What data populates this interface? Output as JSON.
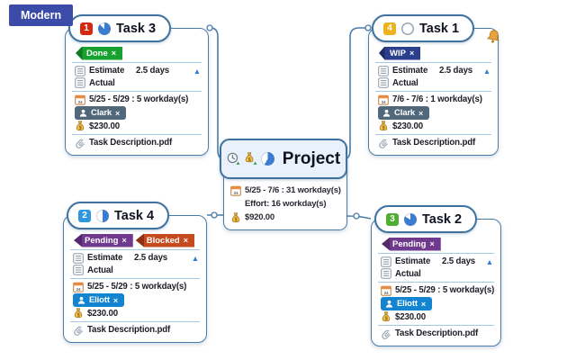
{
  "ui": {
    "close": "×",
    "collapse": "▲",
    "calendar_day": "24"
  },
  "colors": {
    "connector": "#4a7ca7",
    "node_border": "#3f729e",
    "pie": "#3b7cd2",
    "project_header_bg": "#e9f2fc",
    "separator": "#a6c9e3"
  },
  "theme_badge": {
    "label": "Modern",
    "bg": "#3c4aa8"
  },
  "project": {
    "title": "Project",
    "progress_deg": 210,
    "dates": "5/25 - 7/6 : 31 workday(s)",
    "effort": "Effort: 16 workday(s)",
    "cost": "$920.00"
  },
  "tasks": [
    {
      "name": "Task 3",
      "order": "1",
      "order_color": "#d42a12",
      "progress_deg": 315,
      "tags": [
        {
          "label": "Done",
          "bg": "#17a22f",
          "tip": "#0e7a20"
        }
      ],
      "estimate_label": "Estimate",
      "estimate_value": "2.5 days",
      "actual_label": "Actual",
      "dates": "5/25 - 5/29 : 5 workday(s)",
      "assignee": {
        "name": "Clark",
        "bg": "#51677a"
      },
      "cost": "$230.00",
      "attachment": "Task Description.pdf",
      "reminder": false
    },
    {
      "name": "Task 1",
      "order": "4",
      "order_color": "#edb220",
      "progress_deg": 0,
      "tags": [
        {
          "label": "WIP",
          "bg": "#2b3f8c",
          "tip": "#1e2c66"
        }
      ],
      "estimate_label": "Estimate",
      "estimate_value": "2.5 days",
      "actual_label": "Actual",
      "dates": "7/6 - 7/6 : 1 workday(s)",
      "assignee": {
        "name": "Clark",
        "bg": "#51677a"
      },
      "cost": "$230.00",
      "attachment": "Task Description.pdf",
      "reminder": true
    },
    {
      "name": "Task 4",
      "order": "2",
      "order_color": "#2f97e0",
      "progress_deg": 180,
      "tags": [
        {
          "label": "Pending",
          "bg": "#6f3a8e",
          "tip": "#53296c"
        },
        {
          "label": "Blocked",
          "bg": "#c54a1e",
          "tip": "#8f3110"
        }
      ],
      "estimate_label": "Estimate",
      "estimate_value": "2.5 days",
      "actual_label": "Actual",
      "dates": "5/25 - 5/29 : 5 workday(s)",
      "assignee": {
        "name": "Eliott",
        "bg": "#1384cf"
      },
      "cost": "$230.00",
      "attachment": "Task Description.pdf",
      "reminder": false
    },
    {
      "name": "Task 2",
      "order": "3",
      "order_color": "#4fae31",
      "progress_deg": 300,
      "tags": [
        {
          "label": "Pending",
          "bg": "#6f3a8e",
          "tip": "#53296c"
        }
      ],
      "estimate_label": "Estimate",
      "estimate_value": "2.5 days",
      "actual_label": "Actual",
      "dates": "5/25 - 5/29 : 5 workday(s)",
      "assignee": {
        "name": "Eliott",
        "bg": "#1384cf"
      },
      "cost": "$230.00",
      "attachment": "Task Description.pdf",
      "reminder": false
    }
  ]
}
